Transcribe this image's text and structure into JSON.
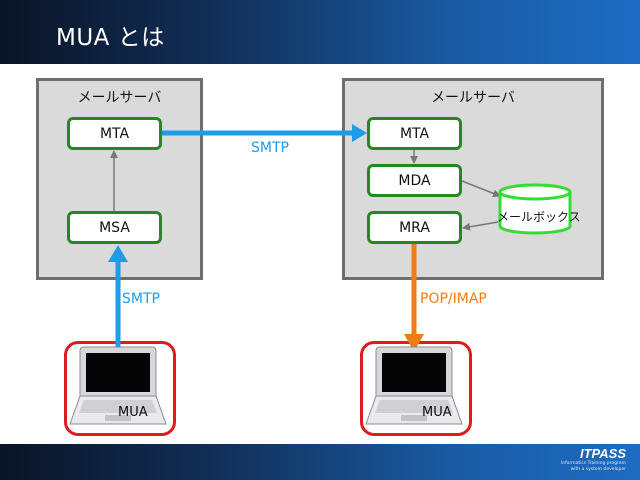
{
  "slide": {
    "title": "MUA とは"
  },
  "servers": {
    "left": {
      "title": "メールサーバ"
    },
    "right": {
      "title": "メールサーバ"
    }
  },
  "agents": {
    "left_mta": "MTA",
    "left_msa": "MSA",
    "right_mta": "MTA",
    "right_mda": "MDA",
    "right_mra": "MRA"
  },
  "mailbox": {
    "label": "メールボックス"
  },
  "protocols": {
    "server_to_server": "SMTP",
    "client_submit": "SMTP",
    "client_retrieve": "POP/IMAP"
  },
  "clients": {
    "left": {
      "label": "MUA"
    },
    "right": {
      "label": "MUA"
    }
  },
  "footer": {
    "logo": "ITPASS",
    "tagline_1": "Informatics Training program",
    "tagline_2": "with a system developer"
  },
  "colors": {
    "header_gradient": [
      "#0a1426",
      "#1d6cc4"
    ],
    "server_box": "#dadada",
    "agent_border": "#238a22",
    "client_border": "#de1c1c",
    "smtp_arrow": "#1e9be9",
    "pop_imap_arrow": "#ef7d18",
    "mailbox": "#33dd33"
  }
}
